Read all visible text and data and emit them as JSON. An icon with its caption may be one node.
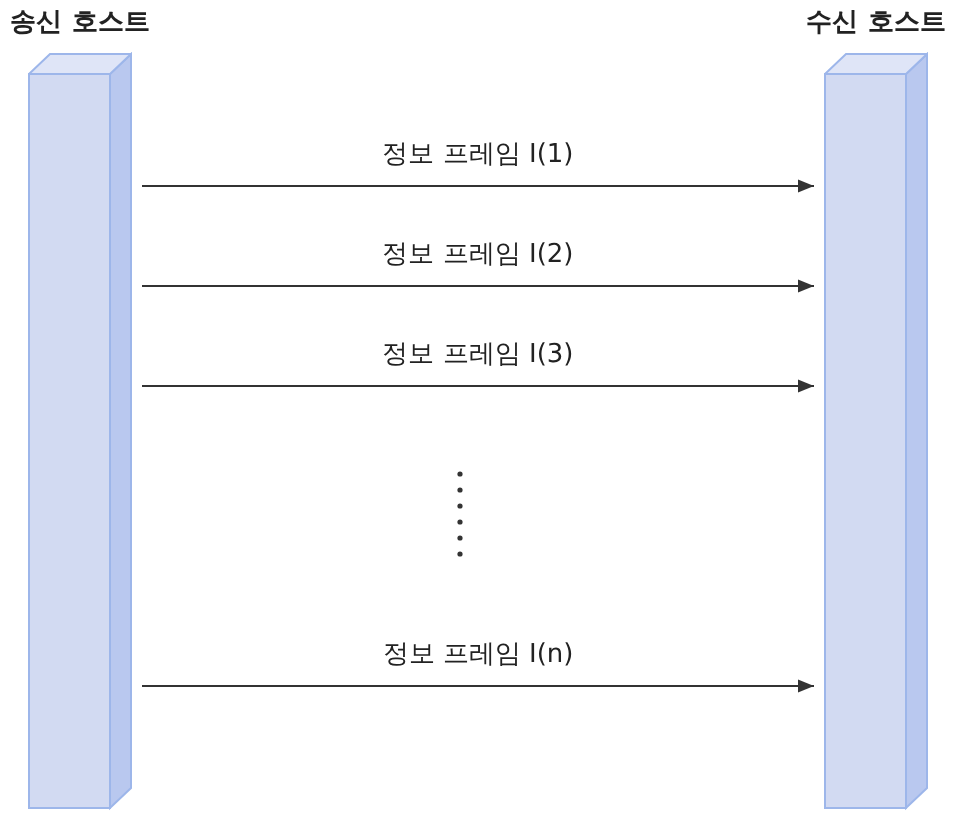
{
  "diagram": {
    "nodes": [
      {
        "text": [
          "송신 호스트"
        ]
      },
      {
        "text": [
          "수신 호스트"
        ]
      }
    ],
    "edges": [
      {
        "from": 0,
        "to": 1,
        "arrow": "to",
        "label": "정보 프레임 I(1)"
      },
      {
        "from": 0,
        "to": 1,
        "arrow": "to",
        "label": "정보 프레임 I(2)"
      },
      {
        "from": 0,
        "to": 1,
        "arrow": "to",
        "label": "정보 프레임 I(3)"
      },
      {
        "from": 0,
        "to": 1,
        "arrow": "to",
        "label": "정보 프레임 I(n)"
      }
    ]
  }
}
